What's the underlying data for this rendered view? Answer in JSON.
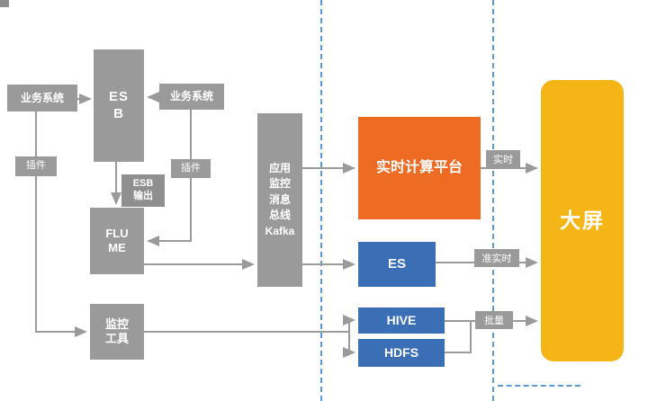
{
  "diagram": {
    "nodes": {
      "biz_left": "业务系统",
      "esb": "ES\nB",
      "biz_right": "业务系统",
      "plugin_left": "插件",
      "plugin_right": "插件",
      "esb_output": "ESB\n输出",
      "flume": "FLU\nME",
      "monitor_tools": "监控\n工具",
      "kafka_bus": "应用\n监控\n消息\n总线\nKafka",
      "realtime_platform": "实时计算平台",
      "es": "ES",
      "hive": "HIVE",
      "hdfs": "HDFS",
      "big_screen": "大屏"
    },
    "edge_labels": {
      "realtime": "实时",
      "near_realtime": "准实时",
      "batch": "批量"
    },
    "colors": {
      "gray_box": "#9a9a9a",
      "orange_box": "#ee6b23",
      "blue_box": "#3a6eb5",
      "yellow_box": "#f6b517",
      "arrow": "#9a9a9a",
      "dashed_line": "#5b9bd5"
    }
  }
}
